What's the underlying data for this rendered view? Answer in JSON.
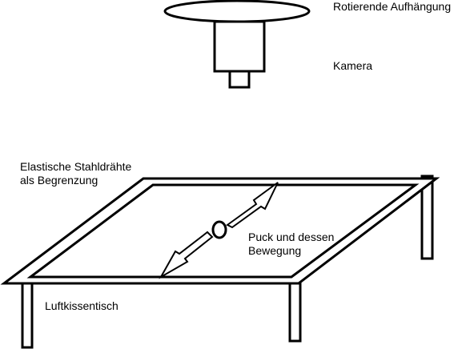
{
  "labels": {
    "suspension": "Rotierende Aufhängung",
    "camera": "Kamera",
    "wires_line1": "Elastische Stahldrähte",
    "wires_line2": "als Begrenzung",
    "puck_line1": "Puck und dessen",
    "puck_line2": "Bewegung",
    "table": "Luftkissentisch"
  },
  "colors": {
    "stroke": "#000000",
    "background": "#ffffff"
  }
}
